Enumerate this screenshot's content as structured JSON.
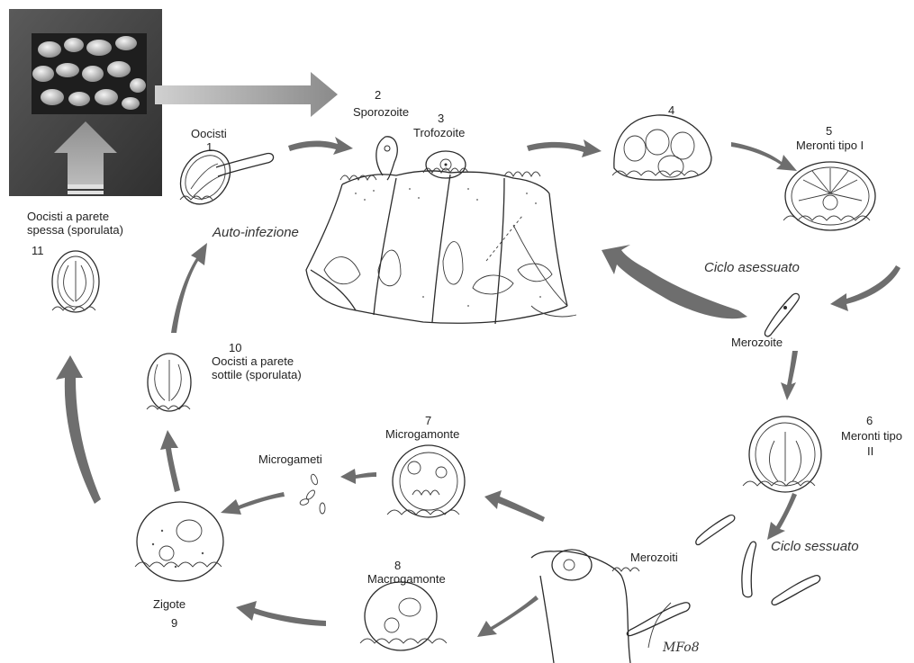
{
  "photo": {
    "kind": "oocyst-micrograph"
  },
  "labels": {
    "oocisti_title": "Oocisti",
    "oocisti_num": "1",
    "sporozoite_num": "2",
    "sporozoite_title": "Sporozoite",
    "trofozoite_num": "3",
    "trofozoite_title": "Trofozoite",
    "stage4_num": "4",
    "meronti1_num": "5",
    "meronti1_title": "Meronti tipo I",
    "auto_infection": "Auto-infezione",
    "thick_oocyst_line1": "Oocisti  a parete",
    "thick_oocyst_line2": "spessa (sporulata)",
    "stage11_num": "11",
    "ciclo_asessuato": "Ciclo asessuato",
    "merozoite": "Merozoite",
    "stage10_num": "10",
    "thin_oocyst_line1": "Oocisti  a parete",
    "thin_oocyst_line2": "sottile (sporulata)",
    "stage7_num": "7",
    "microgamonte": "Microgamonte",
    "microgameti": "Microgameti",
    "stage6_num": "6",
    "meronti2_line1": "Meronti tipo",
    "meronti2_line2": "II",
    "ciclo_sessuato": "Ciclo sessuato",
    "merozoiti": "Merozoiti",
    "stage8_num": "8",
    "macrogamonte": "Macrogamonte",
    "zigote": "Zigote",
    "stage9_num": "9",
    "signature": "MFo8"
  },
  "colors": {
    "arrow": "#6e6e6e",
    "ink": "#2b2b2b",
    "photo_bg": "#4a4a4a",
    "photo_arrow": "#a0a0a0"
  }
}
